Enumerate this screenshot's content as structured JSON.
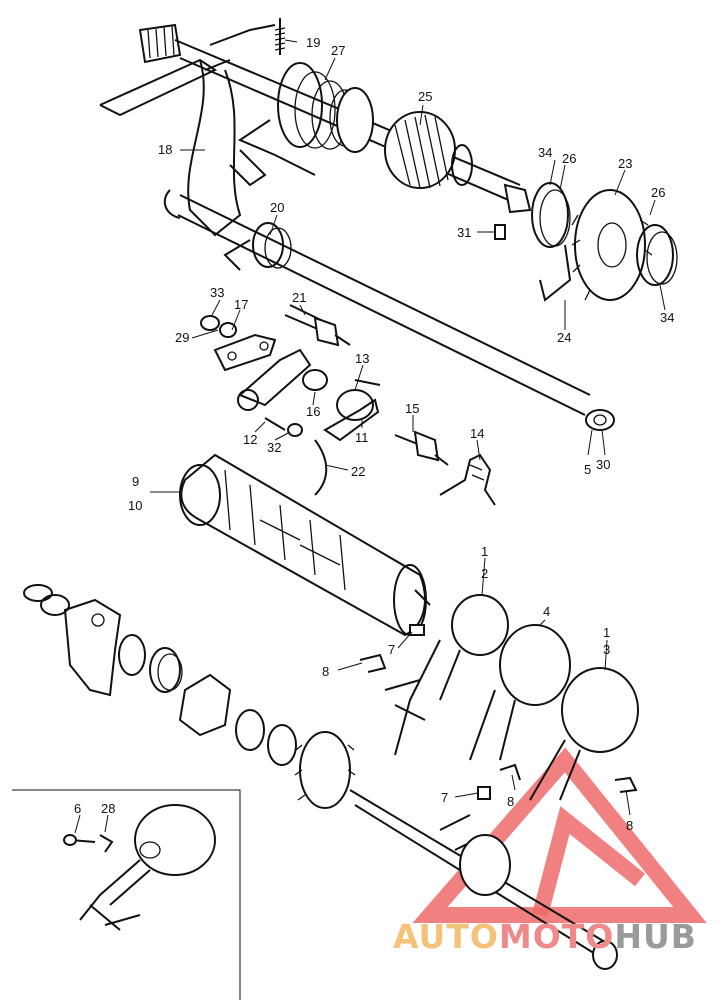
{
  "callouts": {
    "c1a": "1",
    "c1b": "1",
    "c2": "2",
    "c3": "3",
    "c4": "4",
    "c5": "5",
    "c6": "6",
    "c7a": "7",
    "c7b": "7",
    "c8a": "8",
    "c8b": "8",
    "c8c": "8",
    "c9": "9",
    "c10": "10",
    "c11": "11",
    "c12": "12",
    "c13": "13",
    "c14": "14",
    "c15": "15",
    "c16": "16",
    "c17": "17",
    "c18": "18",
    "c19": "19",
    "c20": "20",
    "c21": "21",
    "c22": "22",
    "c23": "23",
    "c24": "24",
    "c25": "25",
    "c26a": "26",
    "c26b": "26",
    "c27": "27",
    "c28": "28",
    "c29": "29",
    "c30": "30",
    "c31": "31",
    "c32": "32",
    "c33": "33",
    "c34a": "34",
    "c34b": "34"
  },
  "watermark": {
    "part1": "AUTO",
    "part2": "MOTO",
    "part3": "HUB",
    "colors": {
      "auto": "#f5c27a",
      "moto": "#f08a8a",
      "hub": "#9a9a9a",
      "mark": "#ef6a6a"
    }
  }
}
